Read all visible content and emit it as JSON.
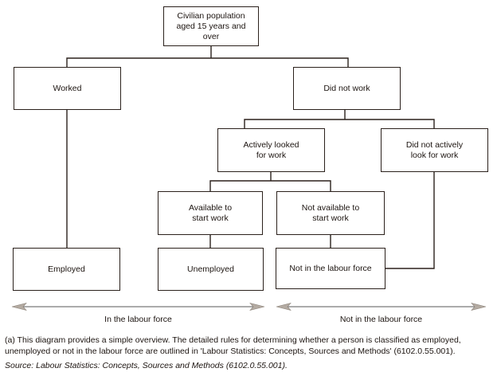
{
  "diagram": {
    "title": "Labour force framework flowchart",
    "nodes": [
      {
        "id": "civilian-population",
        "label": "Civilian population\naged 15 years and\nover"
      },
      {
        "id": "worked",
        "label": "Worked"
      },
      {
        "id": "did-not-work",
        "label": "Did not work"
      },
      {
        "id": "actively-looked-for-work",
        "label": "Actively looked\nfor work"
      },
      {
        "id": "did-not-actively-look-for-work",
        "label": "Did not actively\nlook for work"
      },
      {
        "id": "available-to-start-work",
        "label": "Available to\nstart work"
      },
      {
        "id": "not-available-to-start-work",
        "label": "Not available to\nstart work"
      },
      {
        "id": "employed",
        "label": "Employed"
      },
      {
        "id": "unemployed",
        "label": "Unemployed"
      },
      {
        "id": "not-in-the-labour-force",
        "label": "Not in the labour force"
      }
    ],
    "axis_labels": {
      "in_labour_force": "In the labour force",
      "not_in_labour_force": "Not in the labour force"
    },
    "colors": {
      "box_border": "#2b211c",
      "text": "#1c1410",
      "arrow_line": "#8f8f8f",
      "arrow_head_fill": "#b4aba2",
      "arrow_head_stroke": "#8a8178"
    }
  },
  "footnote": "(a) This diagram provides a simple overview. The detailed rules for determining whether a person is classified as employed, unemployed or not in the labour force are outlined in 'Labour Statistics: Concepts, Sources and Methods' (6102.0.55.001).",
  "source": "Source: Labour Statistics: Concepts, Sources and Methods (6102.0.55.001)."
}
